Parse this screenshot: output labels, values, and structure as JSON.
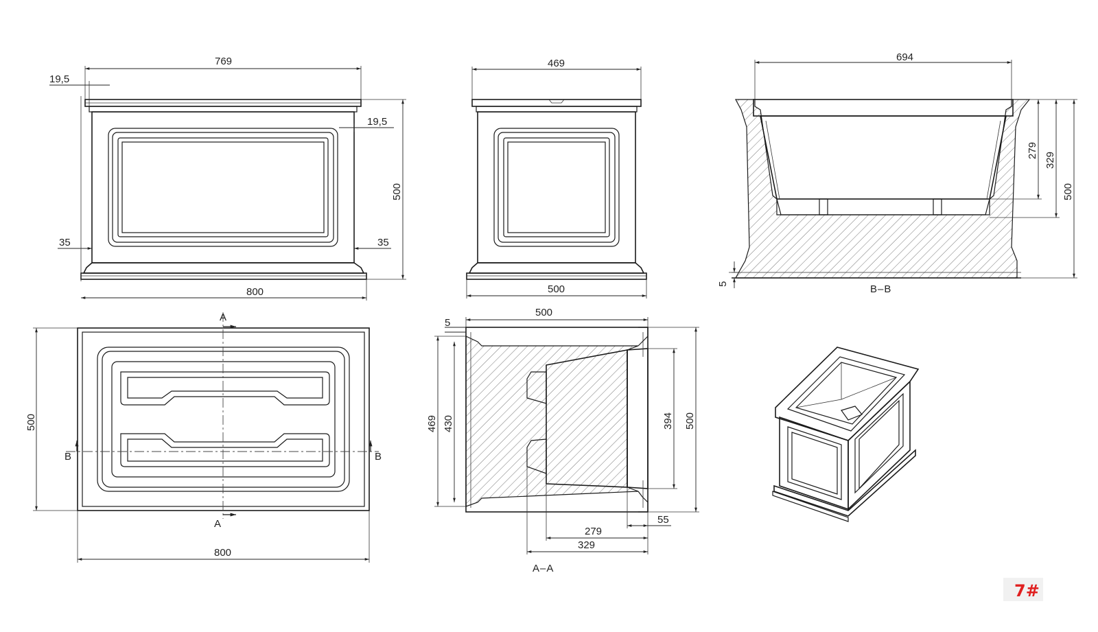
{
  "front_view": {
    "dim_top_width": "769",
    "dim_lip": "19,5",
    "dim_lip_inner": "19,5",
    "dim_height": "500",
    "dim_base_left": "35",
    "dim_base_right": "35",
    "dim_base_width": "800"
  },
  "side_view": {
    "dim_top_width": "469",
    "dim_base_width": "500"
  },
  "section_bb": {
    "dim_top_width": "694",
    "dim_inner_depth": "279",
    "dim_depth": "329",
    "dim_height": "500",
    "dim_base_gap": "5",
    "label": "B–B"
  },
  "plan_view": {
    "dim_depth": "500",
    "dim_width": "800",
    "cut_a_top": "A",
    "cut_a_bottom": "A",
    "cut_b_left": "B",
    "cut_b_right": "B"
  },
  "section_aa": {
    "dim_width": "500",
    "dim_wall": "5",
    "dim_outer_depth": "469",
    "dim_inner_depth": "430",
    "dim_cavity_height": "394",
    "dim_height": "500",
    "dim_rim": "55",
    "dim_inner_length": "279",
    "dim_length": "329",
    "label": "A–A"
  },
  "badge": {
    "text": "7#",
    "color": "#e02020"
  }
}
